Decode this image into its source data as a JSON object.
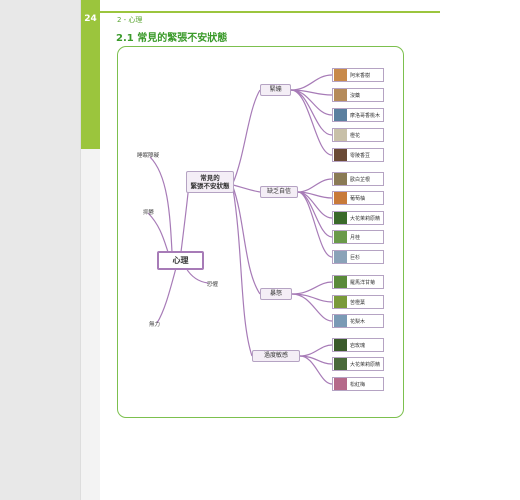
{
  "page": {
    "number": "24",
    "breadcrumb": "2 - 心理",
    "section_title": "2.1 常見的緊張不安狀態"
  },
  "mindmap": {
    "root": "心理",
    "main_node": {
      "line1": "常見的",
      "line2": "緊張不安狀態"
    },
    "side_leaves": [
      "睡眠障礙",
      "抑鬱",
      "恐懼",
      "無力"
    ],
    "groups": [
      {
        "label": "緊繃",
        "items": [
          {
            "label": "阿米香樹",
            "color": "#c88a4a"
          },
          {
            "label": "沒藥",
            "color": "#b58b5a"
          },
          {
            "label": "摩洛哥香桃木",
            "color": "#5a7f9f"
          },
          {
            "label": "橙花",
            "color": "#c8c0a8"
          },
          {
            "label": "零陵香豆",
            "color": "#6a4a35"
          }
        ]
      },
      {
        "label": "缺乏自信",
        "items": [
          {
            "label": "歐白芷根",
            "color": "#8a7a55"
          },
          {
            "label": "葡萄柚",
            "color": "#c87a3a"
          },
          {
            "label": "大花茉莉原精",
            "color": "#3a6a2a"
          },
          {
            "label": "月桂",
            "color": "#6a9a4a"
          },
          {
            "label": "巨杉",
            "color": "#8aa2b8"
          }
        ]
      },
      {
        "label": "暴怒",
        "items": [
          {
            "label": "羅馬洋甘菊",
            "color": "#5a8a3a"
          },
          {
            "label": "苦橙葉",
            "color": "#7a9a3a"
          },
          {
            "label": "花梨木",
            "color": "#7a9ab5"
          }
        ]
      },
      {
        "label": "過度敏感",
        "items": [
          {
            "label": "岩玫瑰",
            "color": "#3a5a2a"
          },
          {
            "label": "大花茉莉原精",
            "color": "#4a6a3a"
          },
          {
            "label": "松紅梅",
            "color": "#b56a8a"
          }
        ]
      }
    ]
  }
}
